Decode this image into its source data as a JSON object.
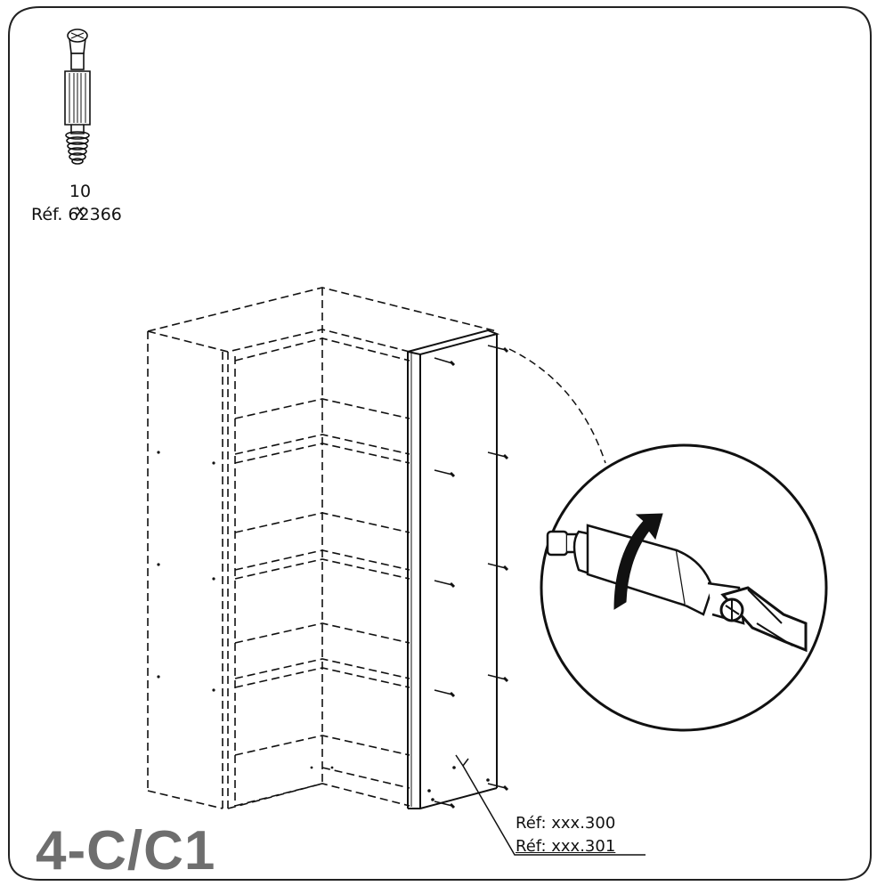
{
  "part": {
    "quantity": "10 x",
    "reference": "Réf. 62366",
    "icon": "cam-bolt-icon"
  },
  "panel_refs": {
    "ref1": "Réf: xxx.300",
    "ref2": "Réf: xxx.301"
  },
  "step_label": "4-C/C1",
  "colors": {
    "line": "#111111",
    "step_label": "#6e6e6e",
    "frame": "#222222"
  },
  "icons": [
    "cam-bolt-icon",
    "rotate-arrow-icon",
    "screwdriver-icon"
  ]
}
